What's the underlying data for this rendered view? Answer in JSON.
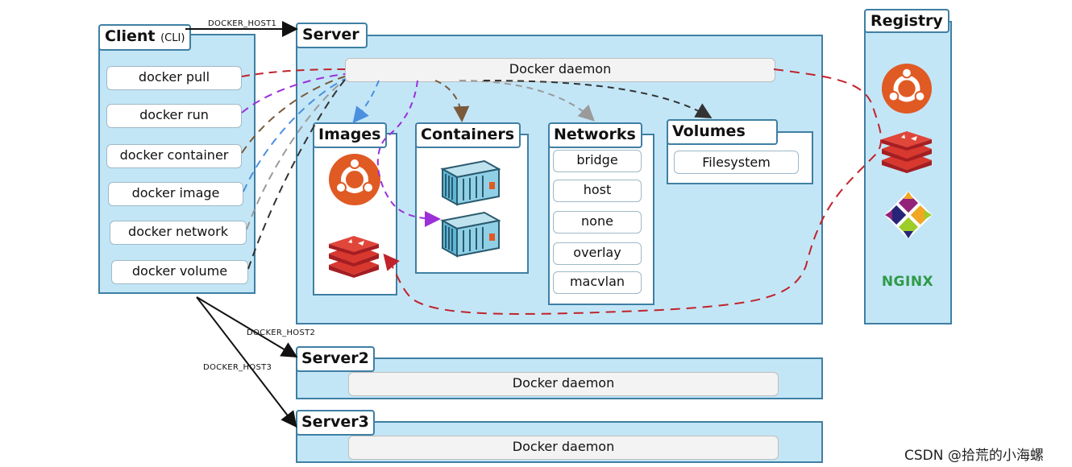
{
  "client": {
    "title": "Client",
    "subtitle": "(CLI)",
    "commands": [
      "docker pull",
      "docker run",
      "docker container",
      "docker image",
      "docker network",
      "docker volume"
    ]
  },
  "server": {
    "title": "Server",
    "daemon": "Docker daemon",
    "images": {
      "title": "Images",
      "icons": [
        "ubuntu-icon",
        "redis-icon"
      ]
    },
    "containers": {
      "title": "Containers",
      "icons": [
        "container-icon",
        "container-icon"
      ]
    },
    "networks": {
      "title": "Networks",
      "items": [
        "bridge",
        "host",
        "none",
        "overlay",
        "macvlan"
      ]
    },
    "volumes": {
      "title": "Volumes",
      "items": [
        "Filesystem"
      ]
    }
  },
  "registry": {
    "title": "Registry",
    "icons": [
      "ubuntu-icon",
      "redis-icon",
      "centos-icon",
      "nginx-logo"
    ],
    "nginx_text": "NGINX"
  },
  "server2": {
    "title": "Server2",
    "daemon": "Docker daemon"
  },
  "server3": {
    "title": "Server3",
    "daemon": "Docker daemon"
  },
  "connections": {
    "host1": "DOCKER_HOST1",
    "host2": "DOCKER_HOST2",
    "host3": "DOCKER_HOST3"
  },
  "watermark": "CSDN @拾荒的小海螺",
  "colors": {
    "panel_bg": "#c3e6f7",
    "panel_border": "#3f7fa3",
    "red_arrow": "#c0232b",
    "purple_arrow": "#9b30d9",
    "blue_arrow": "#4a8fe0",
    "brown_arrow": "#7a5a3a",
    "gray_arrow": "#9a9a9a",
    "dark_arrow": "#333333",
    "ubuntu": "#e05a24",
    "redis": "#c6302b",
    "nginx": "#2e9a47"
  }
}
